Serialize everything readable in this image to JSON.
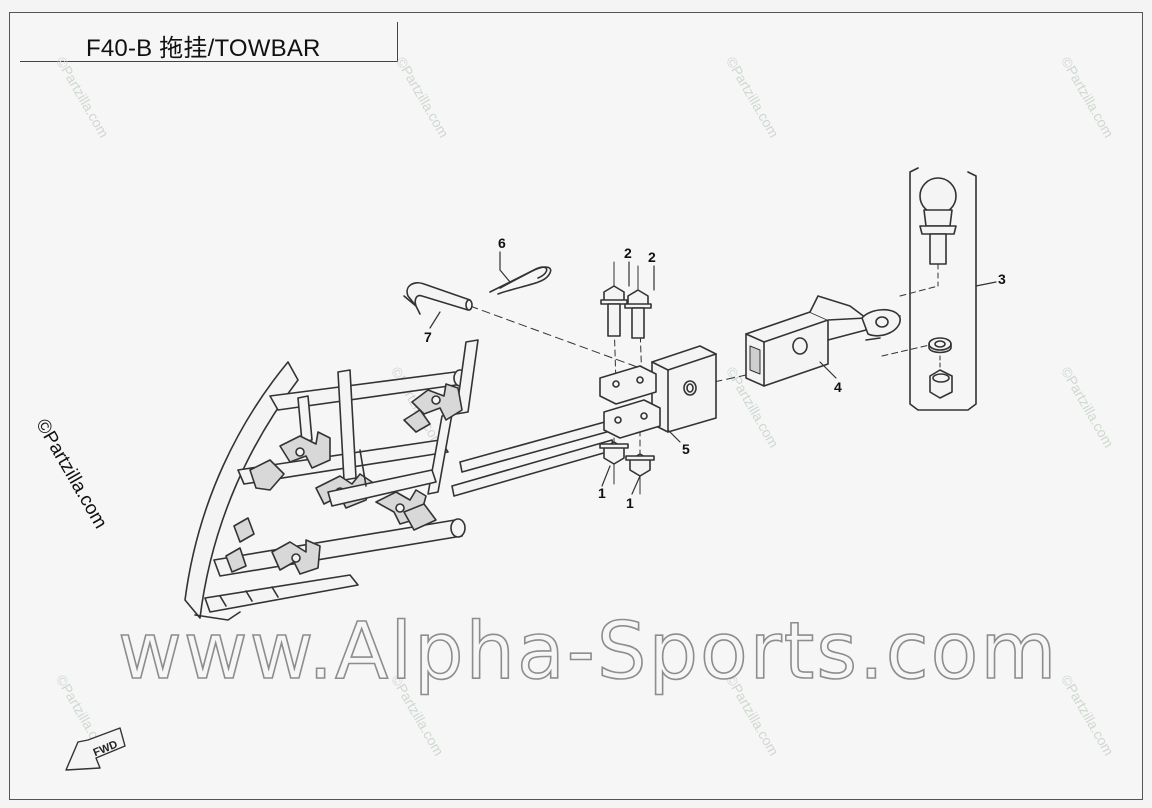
{
  "title": "F40-B 拖挂/TOWBAR",
  "copyright": "©Partzilla.com",
  "watermark": "www.Alpha-Sports.com",
  "faint_watermark": "©Partzilla.com",
  "fwd_label": "FWD",
  "callouts": {
    "c1a": "1",
    "c1b": "1",
    "c2a": "2",
    "c2b": "2",
    "c3": "3",
    "c4": "4",
    "c5": "5",
    "c6": "6",
    "c7": "7"
  },
  "colors": {
    "line": "#333333",
    "fill": "#f4f4f4",
    "shade": "#cfcfcf",
    "watermark_outline": "#8d8d8d"
  }
}
